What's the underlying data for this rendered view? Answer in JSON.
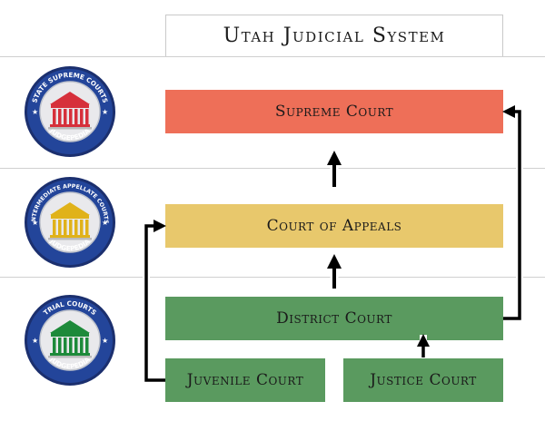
{
  "title": "Utah Judicial System",
  "colors": {
    "supreme": "#ee6f58",
    "appeals": "#e8c86c",
    "trial": "#5a9a5f",
    "seal_blue": "#23459a",
    "supreme_building": "#d6303b",
    "appellate_building": "#e0b21a",
    "trial_building": "#1d8a3a"
  },
  "seals": [
    {
      "arc_text": "STATE SUPREME COURTS",
      "bottom_text": "JUDGEPEDIA",
      "icon": "courthouse-icon"
    },
    {
      "arc_text": "INTERMEDIATE APPELLATE COURTS",
      "bottom_text": "JUDGEPEDIA",
      "icon": "courthouse-icon"
    },
    {
      "arc_text": "TRIAL COURTS",
      "bottom_text": "JUDGEPEDIA",
      "icon": "courthouse-icon"
    }
  ],
  "courts": {
    "supreme": "Supreme Court",
    "appeals": "Court of Appeals",
    "district": "District Court",
    "juvenile": "Juvenile Court",
    "justice": "Justice Court"
  }
}
